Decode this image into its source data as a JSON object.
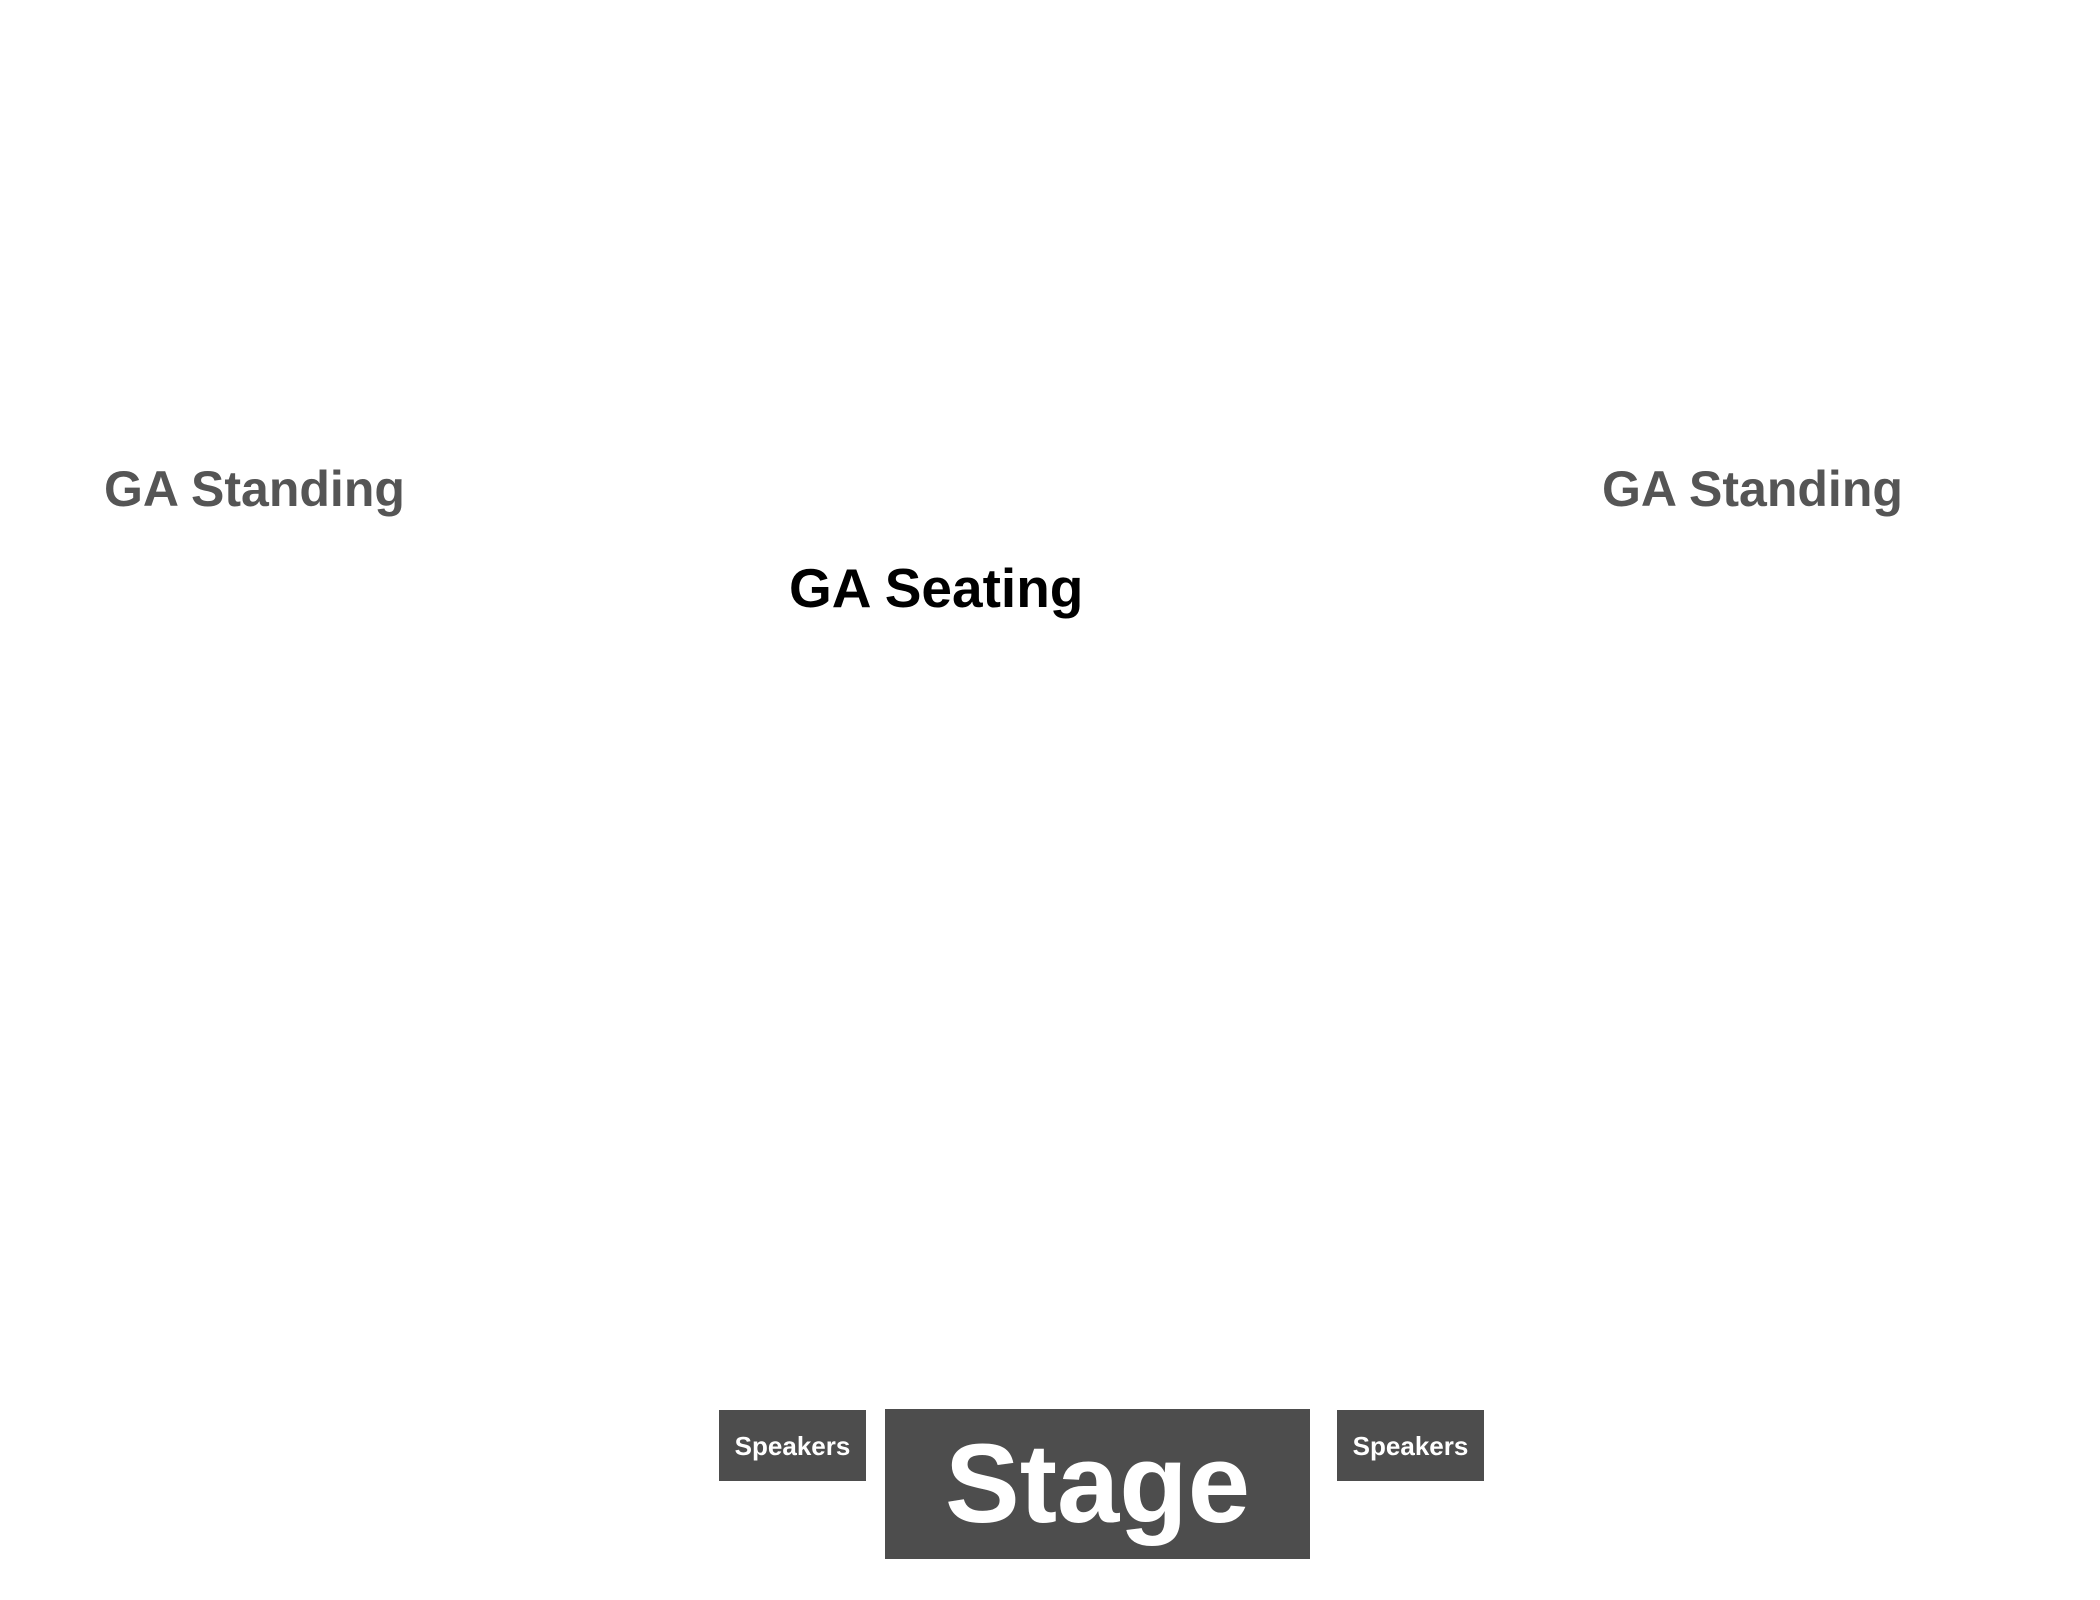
{
  "sections": {
    "standing_left": "GA Standing",
    "standing_right": "GA Standing",
    "seating": "GA Seating"
  },
  "stage": {
    "label": "Stage",
    "speakers_left": "Speakers",
    "speakers_right": "Speakers"
  },
  "colors": {
    "block_fill": "#4d4d4d",
    "standing_text": "#555555",
    "seating_text": "#000000",
    "block_text": "#ffffff"
  }
}
